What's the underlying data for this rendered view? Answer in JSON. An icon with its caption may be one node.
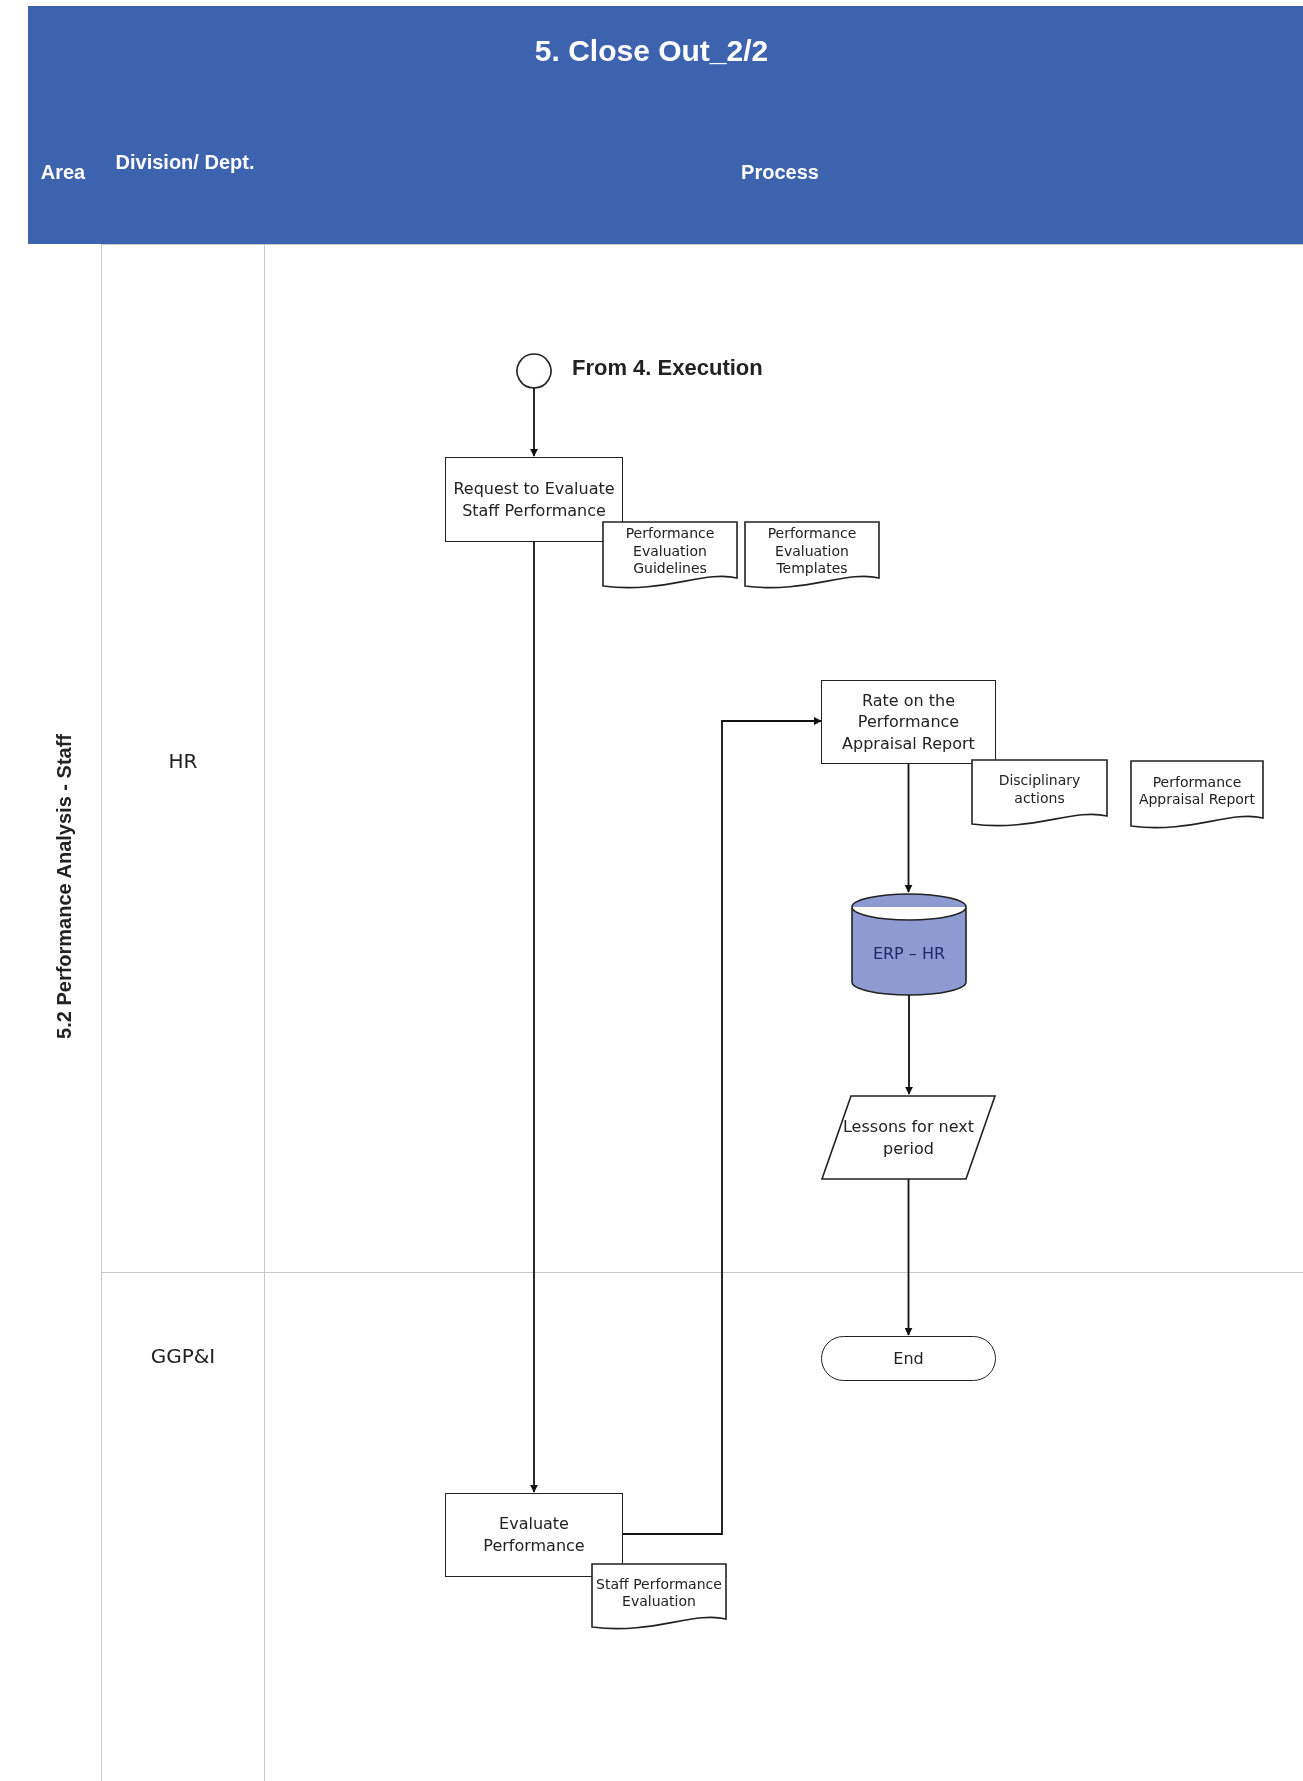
{
  "diagram": {
    "title": "5. Close Out_2/2",
    "nodes": [
      {
        "text": [
          "5.2 Performance Analysis - Staff"
        ]
      },
      {
        "text": [
          "HR"
        ]
      },
      {
        "text": [
          "GGP&I"
        ]
      },
      {
        "text": [],
        "shape": "circle",
        "in": 1,
        "beside": [
          "From 4. Execution"
        ]
      },
      {
        "text": [
          "Request to Evaluate Staff Performance"
        ],
        "in": 1
      },
      {
        "text": [
          "Performance Evaluation Guidelines"
        ],
        "in": 1
      },
      {
        "text": [
          "Performance Evaluation Templates"
        ],
        "in": 1
      },
      {
        "text": [
          "Rate on the Performance Appraisal Report"
        ],
        "in": 1
      },
      {
        "text": [
          "Disciplinary actions"
        ],
        "in": 1
      },
      {
        "text": [
          "Performance Appraisal Report"
        ],
        "in": 1
      },
      {
        "text": [
          "ERP – HR"
        ],
        "in": 1
      },
      {
        "text": [
          "Lessons for next period"
        ],
        "in": 1
      },
      {
        "text": [
          "End"
        ],
        "in": 2
      },
      {
        "text": [
          "Evaluate Performance"
        ],
        "in": 2
      },
      {
        "text": [
          "Staff Performance Evaluation"
        ],
        "in": 2
      }
    ],
    "edges": [
      {
        "from": 3,
        "to": 4,
        "arrow": "to"
      },
      {
        "from": 4,
        "to": 13,
        "arrow": "to"
      },
      {
        "from": 13,
        "to": 7,
        "arrow": "to"
      },
      {
        "from": 7,
        "to": 10,
        "arrow": "to"
      },
      {
        "from": 10,
        "to": 11,
        "arrow": "to"
      },
      {
        "from": 11,
        "to": 12,
        "arrow": "to"
      }
    ],
    "labels": [
      "Area",
      "Division/ Dept.",
      "Process"
    ]
  }
}
